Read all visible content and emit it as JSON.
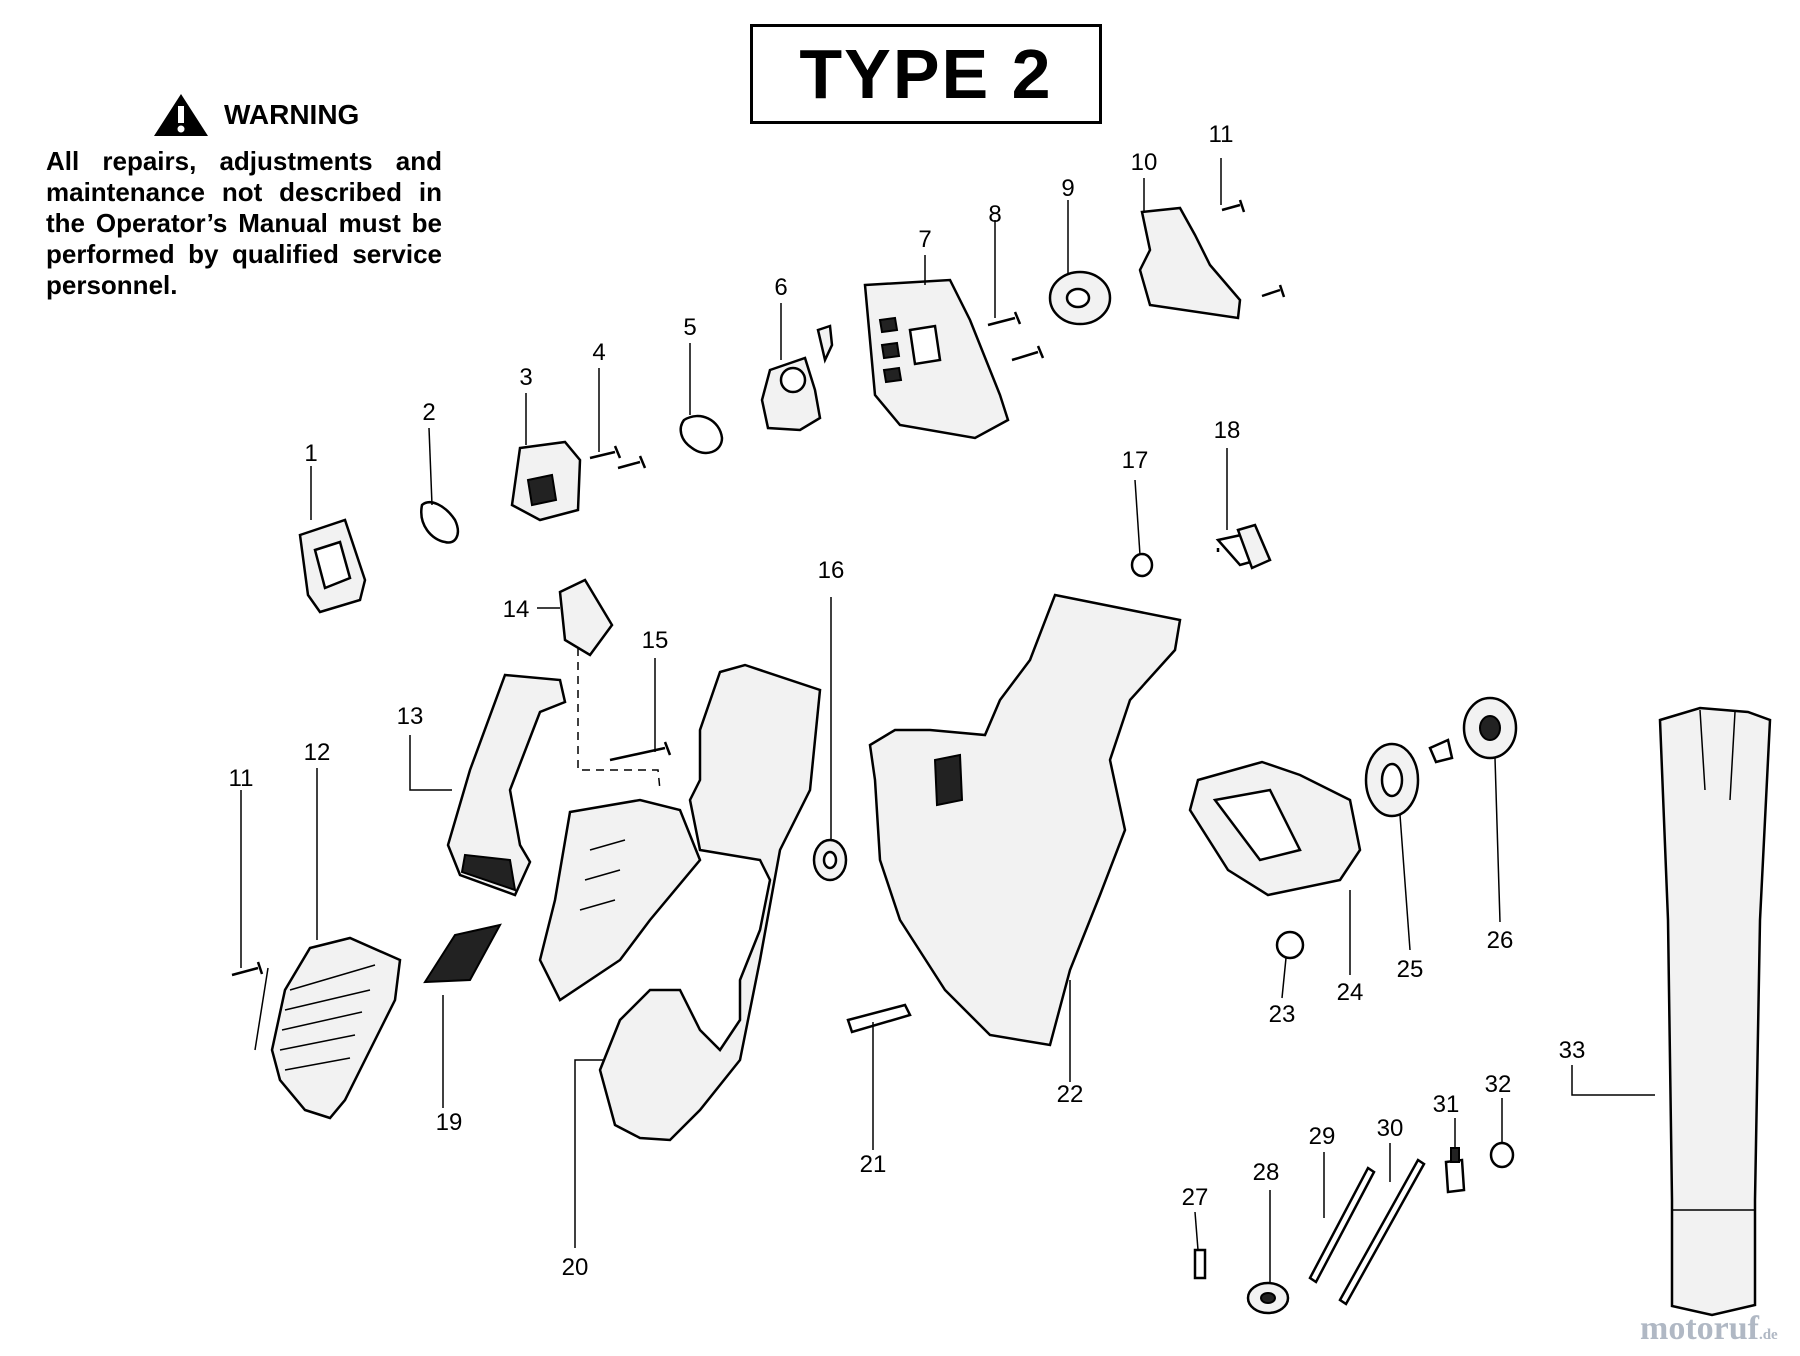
{
  "title": "TYPE 2",
  "warning": {
    "heading": "WARNING",
    "text": "All repairs, adjustments and maintenance not described in the Operator’s Manual must be performed by qualified service personnel."
  },
  "watermark": {
    "brand": "motoruf",
    "suffix": ".de"
  },
  "parts": [
    {
      "id": "1",
      "label": "1"
    },
    {
      "id": "2",
      "label": "2"
    },
    {
      "id": "3",
      "label": "3"
    },
    {
      "id": "4",
      "label": "4"
    },
    {
      "id": "5",
      "label": "5"
    },
    {
      "id": "6",
      "label": "6"
    },
    {
      "id": "7",
      "label": "7"
    },
    {
      "id": "8",
      "label": "8"
    },
    {
      "id": "9",
      "label": "9"
    },
    {
      "id": "10",
      "label": "10"
    },
    {
      "id": "11a",
      "label": "11"
    },
    {
      "id": "11b",
      "label": "11"
    },
    {
      "id": "12",
      "label": "12"
    },
    {
      "id": "13",
      "label": "13"
    },
    {
      "id": "14",
      "label": "14"
    },
    {
      "id": "15",
      "label": "15"
    },
    {
      "id": "16",
      "label": "16"
    },
    {
      "id": "17",
      "label": "17"
    },
    {
      "id": "18",
      "label": "18"
    },
    {
      "id": "19",
      "label": "19"
    },
    {
      "id": "20",
      "label": "20"
    },
    {
      "id": "21",
      "label": "21"
    },
    {
      "id": "22",
      "label": "22"
    },
    {
      "id": "23",
      "label": "23"
    },
    {
      "id": "24",
      "label": "24"
    },
    {
      "id": "25",
      "label": "25"
    },
    {
      "id": "26",
      "label": "26"
    },
    {
      "id": "27",
      "label": "27"
    },
    {
      "id": "28",
      "label": "28"
    },
    {
      "id": "29",
      "label": "29"
    },
    {
      "id": "30",
      "label": "30"
    },
    {
      "id": "31",
      "label": "31"
    },
    {
      "id": "32",
      "label": "32"
    },
    {
      "id": "33",
      "label": "33"
    }
  ]
}
